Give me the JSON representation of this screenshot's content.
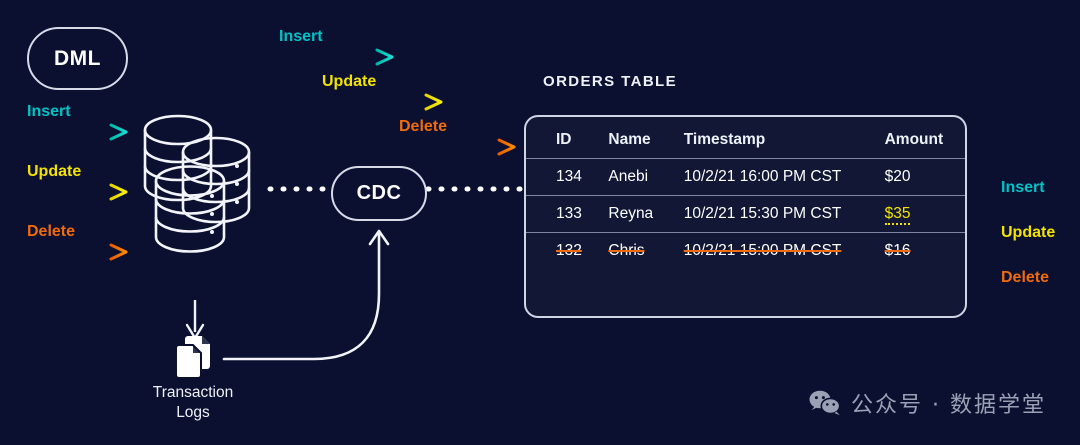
{
  "theme": {
    "background": "#0b1030",
    "panel_bg": "#111735",
    "stroke": "#cfd5e4",
    "insert_color": "#00c3c7",
    "update_color": "#f2e400",
    "delete_color": "#f06a0f",
    "text_color": "#ffffff"
  },
  "source": {
    "dml_label": "DML",
    "database_icon": "database-stack-icon"
  },
  "left_ops": [
    {
      "label": "Insert",
      "color": "#00c3c7",
      "icon": "arrow-right-icon"
    },
    {
      "label": "Update",
      "color": "#f2e400",
      "icon": "arrow-right-icon"
    },
    {
      "label": "Delete",
      "color": "#f06a0f",
      "icon": "arrow-right-icon"
    }
  ],
  "top_ops": [
    {
      "label": "Insert",
      "color": "#00c3c7",
      "icon": "arrow-right-icon"
    },
    {
      "label": "Update",
      "color": "#f2e400",
      "icon": "arrow-right-icon"
    },
    {
      "label": "Delete",
      "color": "#f06a0f",
      "icon": "arrow-right-icon"
    }
  ],
  "cdc": {
    "label": "CDC"
  },
  "transaction_logs": {
    "label": "Transaction\nLogs",
    "line1": "Transaction",
    "line2": "Logs",
    "icon": "documents-icon"
  },
  "orders_table": {
    "title": "ORDERS TABLE",
    "columns": [
      "ID",
      "Name",
      "Timestamp",
      "Amount"
    ],
    "rows": [
      {
        "id": "134",
        "name": "Anebi",
        "date": "10/2/21",
        "time": "16:00 PM CST",
        "timestamp": "10/2/21  16:00 PM CST",
        "amount": "$20",
        "state": "insert"
      },
      {
        "id": "133",
        "name": "Reyna",
        "date": "10/2/21",
        "time": "15:30 PM CST",
        "timestamp": "10/2/21  15:30 PM CST",
        "amount": "$35",
        "state": "update"
      },
      {
        "id": "132",
        "name": "Chris",
        "date": "10/2/21",
        "time": "15:00 PM CST",
        "timestamp": "10/2/21  15:00 PM CST",
        "amount": "$16",
        "state": "delete"
      }
    ]
  },
  "right_ops": [
    {
      "label": "Insert",
      "color": "#00c3c7"
    },
    {
      "label": "Update",
      "color": "#f2e400"
    },
    {
      "label": "Delete",
      "color": "#f06a0f"
    }
  ],
  "watermark": {
    "text": "公众号 · 数据学堂",
    "icon": "wechat-icon"
  }
}
